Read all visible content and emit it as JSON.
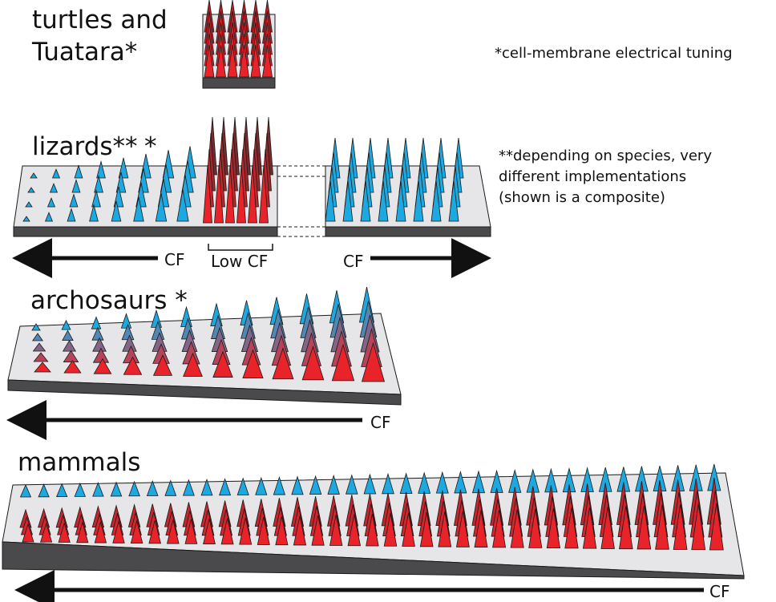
{
  "groups": [
    {
      "id": "turtles",
      "label_line1": "turtles and",
      "label_line2": "Tuatara*"
    },
    {
      "id": "lizards",
      "label": "lizards**",
      "label_extra": "*"
    },
    {
      "id": "archosaurs",
      "label": "archosaurs *"
    },
    {
      "id": "mammals",
      "label": "mammals"
    }
  ],
  "notes": {
    "electrical": "*cell-membrane electrical tuning",
    "species_line1": "**depending on species, very",
    "species_line2": "different implementations",
    "species_line3": "(shown is a composite)"
  },
  "axes": {
    "lizards_left": "CF",
    "lizards_low": "Low CF",
    "lizards_right": "CF",
    "archosaurs": "CF",
    "mammals": "CF"
  },
  "colors": {
    "red": "#e8232a",
    "blue": "#1ea8e0",
    "membrane": "#e6e6e8",
    "base": "#4a4a4c",
    "outline": "#1a1a1a"
  }
}
